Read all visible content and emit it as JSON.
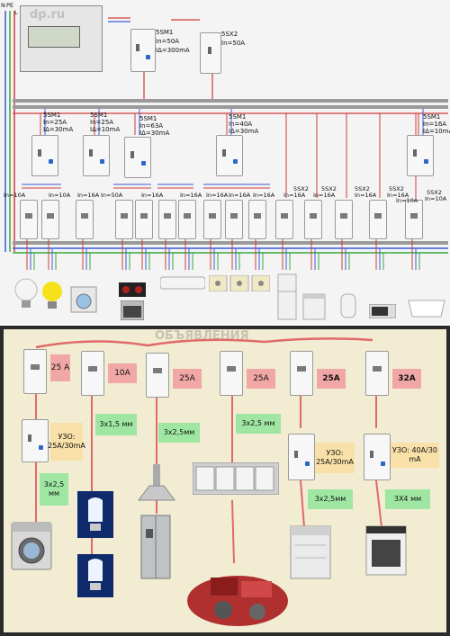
{
  "top": {
    "bus_labels": [
      "N",
      "PE",
      "L"
    ],
    "meter_watermark": "dp.ru",
    "main_rcd": {
      "name": "5SM1",
      "rating": "In=50A",
      "leak": "IΔ=300mA"
    },
    "main_breaker": {
      "name": "5SX2",
      "rating": "In=50A"
    },
    "rcds": [
      {
        "name": "5SM1",
        "rating": "In=25A",
        "leak": "IΔ=30mA"
      },
      {
        "name": "5SM1",
        "rating": "In=25A",
        "leak": "IΔ=10mA"
      },
      {
        "name": "5SM1",
        "rating": "In=63A",
        "leak": "IΔ=30mA"
      },
      {
        "name": "5SM1",
        "rating": "In=40A",
        "leak": "IΔ=30mA"
      },
      {
        "name": "5SM1",
        "rating": "In=16A",
        "leak": "IΔ=10mA"
      }
    ],
    "breaker_ratings": [
      "In=10A",
      "In=10A",
      "In=16A",
      "In=50A",
      "In=16A",
      "In=16A",
      "In=16A",
      "In=16A",
      "In=16A",
      "In=16A"
    ],
    "sx2_labels": [
      "5SX2",
      "5SX2",
      "5SX2",
      "5SX2",
      "5SX2"
    ],
    "sx2_ratings": [
      "In=16A",
      "In=16A",
      "In=16A",
      "In=10A",
      "In=10A"
    ]
  },
  "bottom": {
    "watermark": "ОБЪЯВЛЕНИЯ",
    "breaker_labels": [
      "25 A",
      "10A",
      "25A",
      "25A",
      "25A",
      "32A"
    ],
    "rcd_labels": [
      "УЗО: 25А/30mA",
      "УЗО: 25А/30mA",
      "УЗО: 40А/30 mA"
    ],
    "cable_labels": [
      "3х2,5 мм",
      "3х1,5 мм",
      "3х2,5мм",
      "3х2,5 мм",
      "3х2,5мм",
      "3Х4 мм"
    ]
  },
  "colors": {
    "phase": "#d23b3b",
    "neutral": "#3a5bd8",
    "earth": "#35a843",
    "busbar": "#8a8a8a",
    "cable": "#e06a6a"
  }
}
